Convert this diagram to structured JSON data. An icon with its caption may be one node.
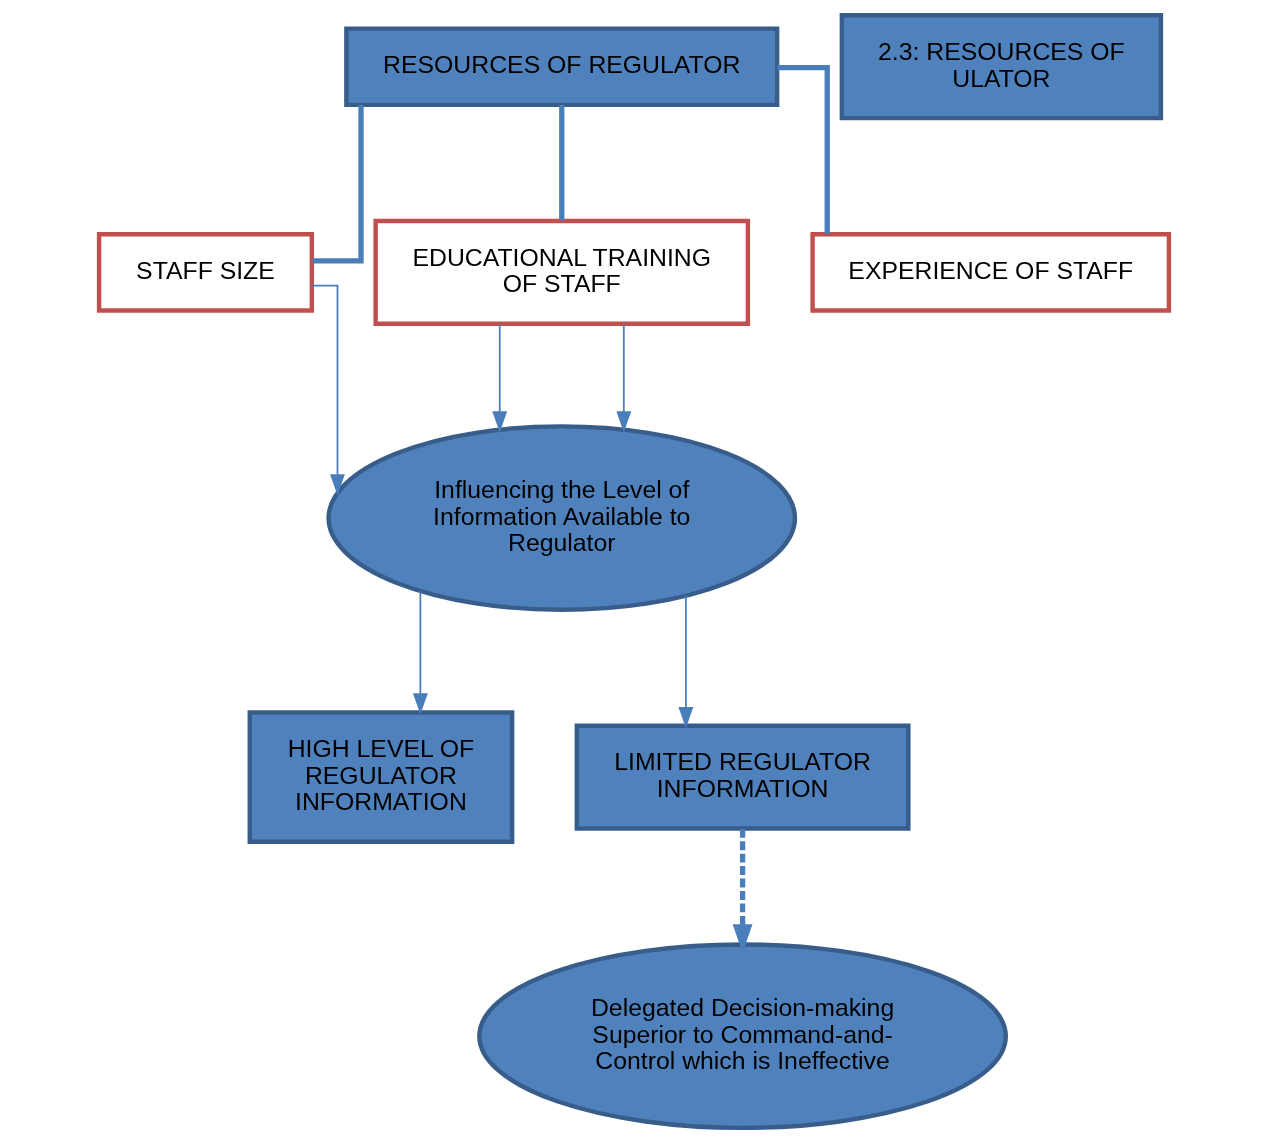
{
  "diagram": {
    "nodes": [
      {
        "text": [
          "RESOURCES OF REGULATOR"
        ]
      },
      {
        "text": [
          "STAFF SIZE"
        ]
      },
      {
        "text": [
          "EDUCATIONAL TRAINING OF STAFF"
        ]
      },
      {
        "text": [
          "EXPERIENCE OF STAFF"
        ]
      },
      {
        "text": [
          "Influencing the Level of Information Available to Regulator"
        ]
      },
      {
        "text": [
          "HIGH LEVEL OF REGULATOR INFORMATION"
        ]
      },
      {
        "text": [
          "LIMITED REGULATOR INFORMATION"
        ]
      },
      {
        "text": [
          "Delegated Decision-making Superior to Command-and-Control which is Ineffective"
        ]
      },
      {
        "text": [
          "2.3: RESOURCES OF ULATOR"
        ]
      }
    ],
    "edges": [
      {
        "from": 0,
        "to": 1,
        "arrow": "none",
        "style": "thick"
      },
      {
        "from": 0,
        "to": 2,
        "arrow": "none",
        "style": "thick"
      },
      {
        "from": 0,
        "to": 3,
        "arrow": "none",
        "style": "thick"
      },
      {
        "from": 1,
        "to": 4,
        "arrow": "to"
      },
      {
        "from": 2,
        "to": 4,
        "arrow": "to"
      },
      {
        "from": 2,
        "to": 4,
        "arrow": "to"
      },
      {
        "from": 4,
        "to": 5,
        "arrow": "to"
      },
      {
        "from": 4,
        "to": 6,
        "arrow": "to"
      },
      {
        "from": 6,
        "to": 7,
        "arrow": "to",
        "style": "dashed"
      }
    ]
  }
}
